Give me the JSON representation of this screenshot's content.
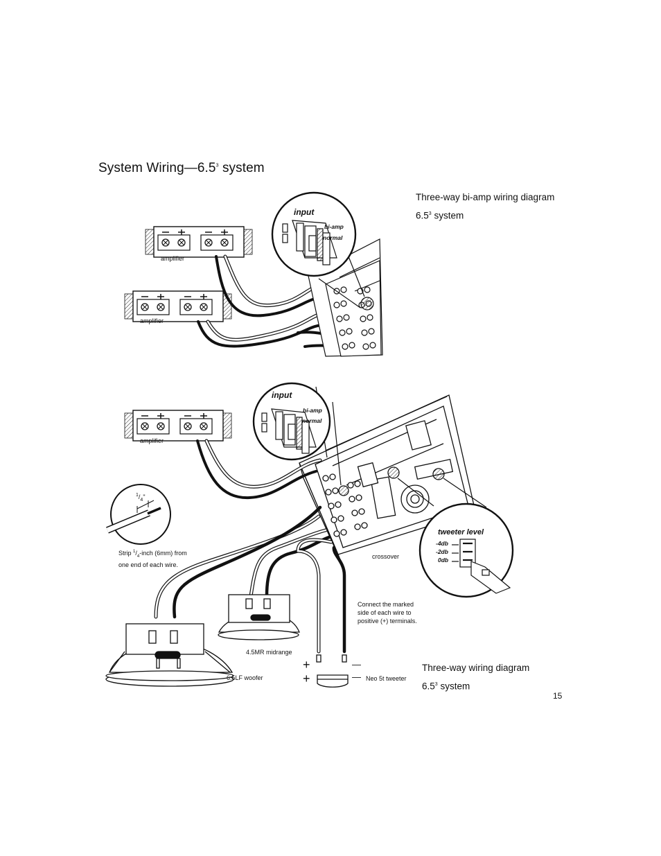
{
  "page": {
    "title_prefix": "System Wiring—6.5",
    "title_superscript": "3",
    "title_suffix": " system",
    "page_number": "15"
  },
  "diagram_top": {
    "caption_line1": "Three-way bi-amp wiring diagram",
    "caption_line2_prefix": "6.5",
    "caption_line2_sup": "3",
    "caption_line2_suffix": " system",
    "amp1_label": "amplifier",
    "amp2_label": "amplifier",
    "input_label": "input",
    "switch_biamp": "bi-amp",
    "switch_normal": "normal"
  },
  "diagram_bottom": {
    "caption_line1": "Three-way wiring diagram",
    "caption_line2_prefix": "6.5",
    "caption_line2_sup": "3",
    "caption_line2_suffix": " system",
    "amp_label": "amplifier",
    "input_label": "input",
    "switch_biamp": "bi-amp",
    "switch_normal": "normal",
    "strip_fraction_num": "1",
    "strip_fraction_den": "4",
    "strip_inch_mark": "\"",
    "strip_note_prefix": "Strip ",
    "strip_note_suffix": "-inch (6mm) from",
    "strip_note_line2": "one end of each wire.",
    "crossover_label": "crossover",
    "tweeter_level_label": "tweeter level",
    "level_1": "-4db",
    "level_2": "-2db",
    "level_3": "0db",
    "marked_note_line1": "Connect the marked",
    "marked_note_line2": "side of each wire to",
    "marked_note_line3": "positive (+) terminals.",
    "midrange_label": "4.5MR midrange",
    "woofer_label": "6.5LF woofer",
    "tweeter_label": "Neo 5t tweeter",
    "plus_sign": "+",
    "minus_sign": "—"
  }
}
